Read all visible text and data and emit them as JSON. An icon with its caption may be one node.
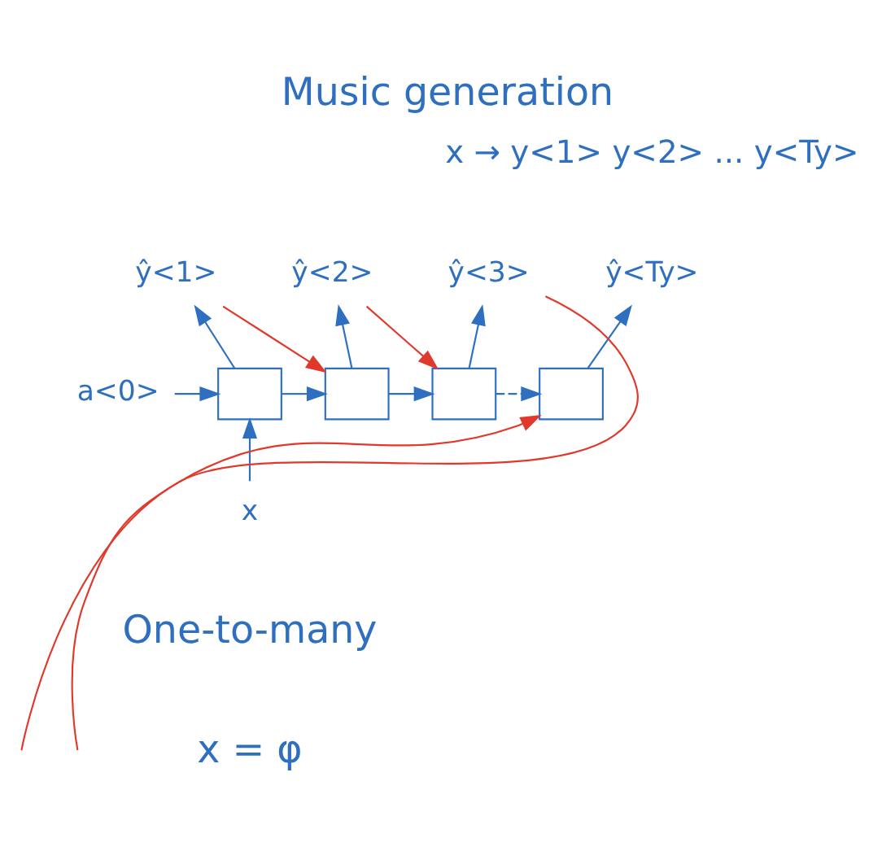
{
  "diagram": {
    "title": "Music generation",
    "nodes": [
      {
        "text": [
          "a<0>"
        ]
      },
      {
        "text": [],
        "shape": "box"
      },
      {
        "text": [],
        "shape": "box"
      },
      {
        "text": [],
        "shape": "box"
      },
      {
        "text": [],
        "shape": "box"
      },
      {
        "text": [
          "x"
        ]
      },
      {
        "text": [
          "ŷ<1>"
        ]
      },
      {
        "text": [
          "ŷ<2>"
        ]
      },
      {
        "text": [
          "ŷ<3>"
        ]
      },
      {
        "text": [
          "ŷ<Ty>"
        ]
      }
    ],
    "edges": [
      {
        "from": 0,
        "to": 1,
        "arrow": "to"
      },
      {
        "from": 5,
        "to": 1,
        "arrow": "to"
      },
      {
        "from": 1,
        "to": 6,
        "arrow": "to"
      },
      {
        "from": 1,
        "to": 2,
        "arrow": "to"
      },
      {
        "from": 2,
        "to": 7,
        "arrow": "to"
      },
      {
        "from": 2,
        "to": 3,
        "arrow": "to"
      },
      {
        "from": 3,
        "to": 8,
        "arrow": "to"
      },
      {
        "from": 3,
        "to": 4,
        "arrow": "to",
        "style": "dashed"
      },
      {
        "from": 4,
        "to": 9,
        "arrow": "to"
      },
      {
        "from": 6,
        "to": 2,
        "arrow": "to",
        "color": "#e0392b"
      },
      {
        "from": 7,
        "to": 3,
        "arrow": "to",
        "color": "#e0392b"
      },
      {
        "from": 8,
        "to": null,
        "arrow": "none",
        "color": "#e0392b"
      },
      {
        "from": null,
        "to": 4,
        "arrow": "to",
        "color": "#e0392b"
      }
    ],
    "labels": [
      "x → y<1> y<2> ... y<Ty>",
      "One-to-many",
      "x = φ"
    ]
  }
}
